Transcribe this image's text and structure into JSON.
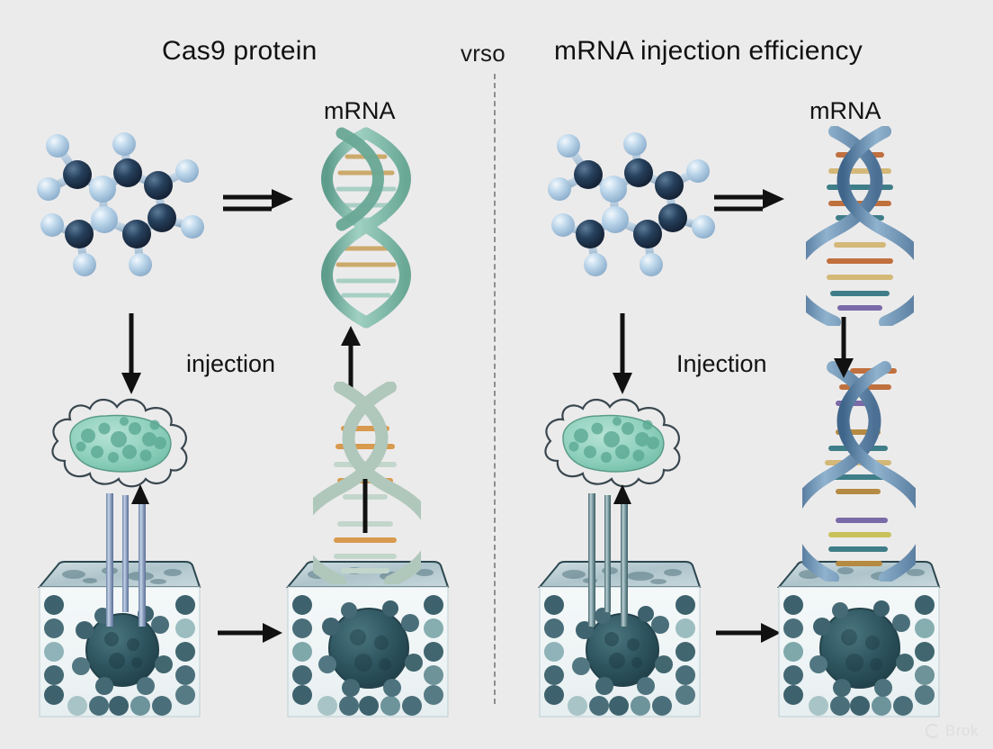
{
  "figure": {
    "background_color": "#ecebeb",
    "divider_style": "dashed-vertical",
    "watermark_text": "Brok"
  },
  "titles": {
    "left": "Cas9 protein",
    "versus": "vrso",
    "right": "mRNA injection efficiency"
  },
  "panels": [
    {
      "id": "left",
      "title": "Cas9 protein",
      "labels": {
        "mrna": "mRNA",
        "injection": "injection"
      },
      "molecule": {
        "name": "cas9-molecule",
        "atom_colors": [
          "#1d2f49",
          "#2c4763",
          "#a8c6e0",
          "#cfe0ef"
        ],
        "bond_color": "#b9cddd"
      },
      "cell": {
        "name": "injected-cell",
        "fill": "#8ecfba",
        "vesicle_color": "#5aa893",
        "outline": "#2b3a46"
      },
      "helix_top": {
        "name": "mrna-helix-top",
        "backbone_color": "#82b9ab",
        "rung_colors": [
          "#c8a45e",
          "#9ec6bb",
          "#d8b477"
        ]
      },
      "helix_bottom": {
        "name": "mrna-helix-bottom",
        "backbone_color": "#a9c4b8",
        "rung_colors": [
          "#d79a4e",
          "#e0b77a",
          "#b9d0c6"
        ]
      },
      "needles": {
        "name": "injection-needles",
        "count": 3,
        "color": "#8fa4c2"
      },
      "blocks": [
        {
          "name": "tissue-block-before",
          "nucleus_color": "#2c4a52"
        },
        {
          "name": "tissue-block-after",
          "nucleus_color": "#2e5560"
        }
      ],
      "arrows": {
        "molecule_to_mrna": "double-right",
        "molecule_to_cell": "down",
        "block_to_block": "right",
        "helix_up": "up"
      }
    },
    {
      "id": "right",
      "title": "mRNA injection efficiency",
      "labels": {
        "mrna": "mRNA",
        "injection": "Injection"
      },
      "molecule": {
        "name": "mrna-molecule",
        "atom_colors": [
          "#1d2f49",
          "#2c4763",
          "#a8c6e0",
          "#cfe0ef"
        ],
        "bond_color": "#b9cddd"
      },
      "cell": {
        "name": "injected-cell",
        "fill": "#8ecfba",
        "vesicle_color": "#5aa893",
        "outline": "#2b3a46"
      },
      "helix_top": {
        "name": "mrna-helix-top",
        "backbone_color": "#5f85a6",
        "rung_colors": [
          "#c0703e",
          "#d4b878",
          "#3f7e88",
          "#7a6aa8"
        ]
      },
      "helix_bottom": {
        "name": "mrna-helix-bottom",
        "backbone_color": "#5f85a6",
        "rung_colors": [
          "#c0703e",
          "#d4b878",
          "#3f7e88",
          "#7a6aa8"
        ]
      },
      "needles": {
        "name": "injection-needles",
        "count": 3,
        "color": "#5b8089"
      },
      "blocks": [
        {
          "name": "tissue-block-before",
          "nucleus_color": "#2c4a52"
        },
        {
          "name": "tissue-block-after",
          "nucleus_color": "#2e5560"
        }
      ],
      "arrows": {
        "molecule_to_mrna": "double-right",
        "molecule_to_cell": "down",
        "block_to_block": "right",
        "helix_down": "down"
      }
    }
  ]
}
